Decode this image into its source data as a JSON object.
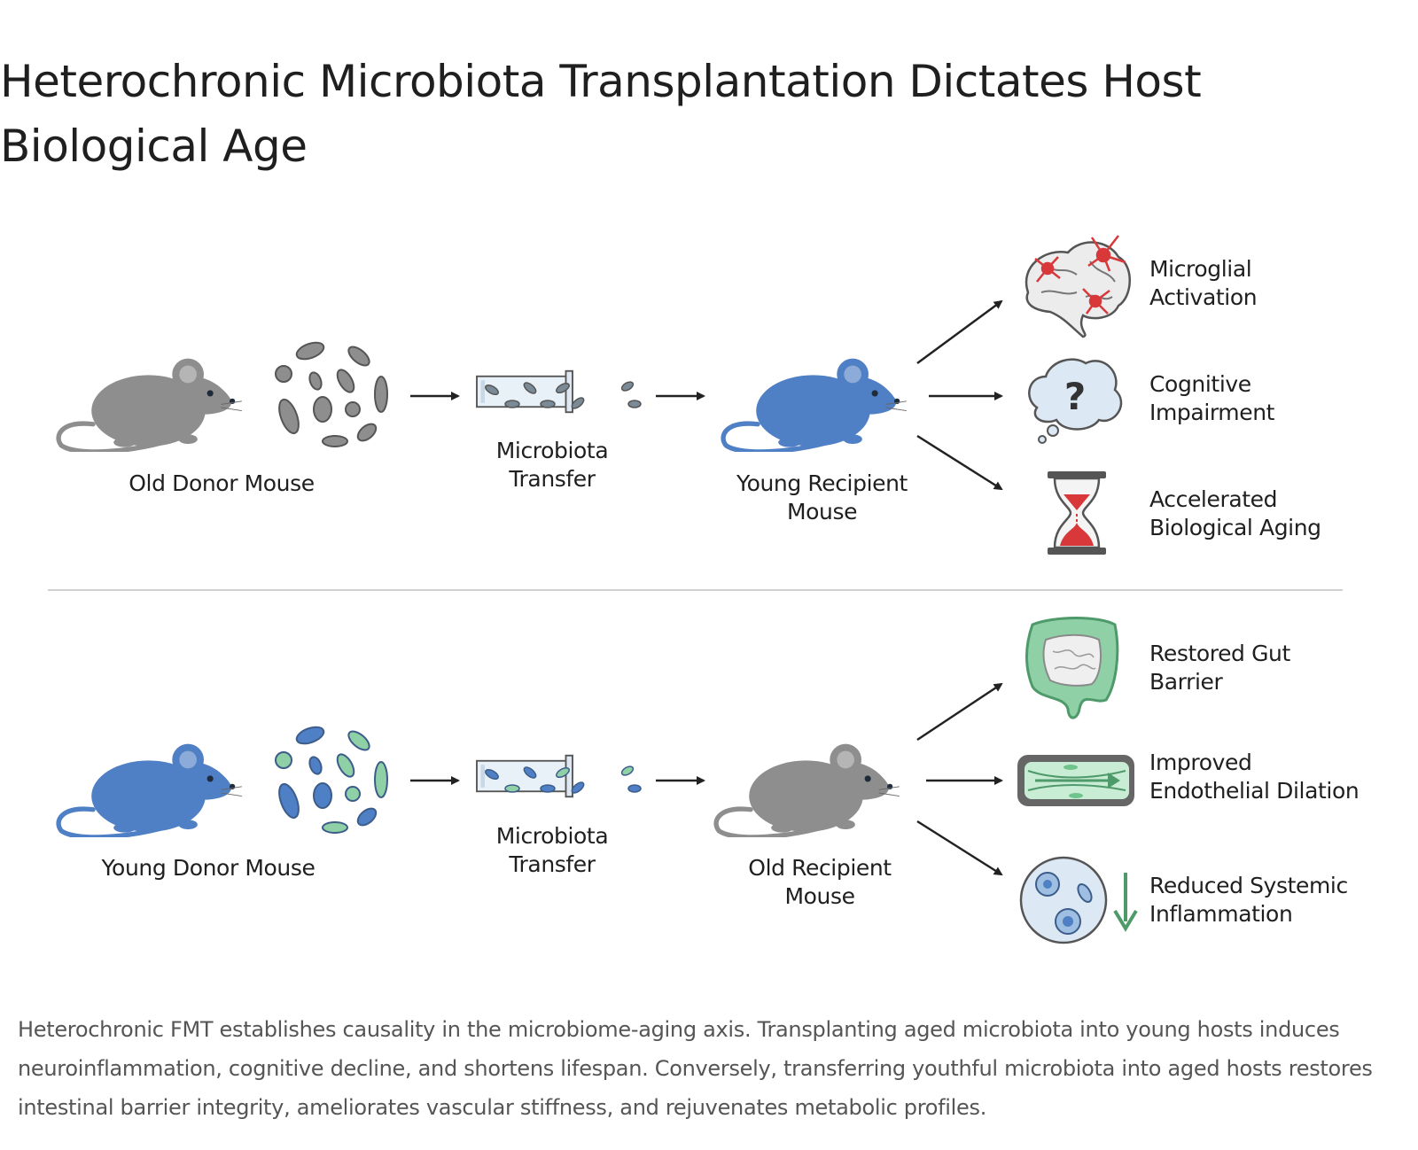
{
  "title": "Heterochronic Microbiota Transplantation Dictates Host Biological Age",
  "colors": {
    "old_mouse": "#8e8e8e",
    "young_mouse": "#4f7fc4",
    "microglia": "#d8383a",
    "gut_green": "#6fc48b",
    "divider": "#d0d0d0"
  },
  "top_row": {
    "donor": "Old Donor Mouse",
    "transfer": "Microbiota Transfer",
    "recipient": "Young Recipient Mouse",
    "outcomes": [
      {
        "label": "Microglial Activation",
        "icon": "brain-microglia-icon"
      },
      {
        "label": "Cognitive Impairment",
        "icon": "question-thought-icon"
      },
      {
        "label": "Accelerated Biological Aging",
        "icon": "hourglass-icon"
      }
    ]
  },
  "bottom_row": {
    "donor": "Young Donor Mouse",
    "transfer": "Microbiota Transfer",
    "recipient": "Old Recipient Mouse",
    "outcomes": [
      {
        "label": "Restored Gut Barrier",
        "icon": "intestine-icon"
      },
      {
        "label": "Improved Endothelial Dilation",
        "icon": "blood-vessel-icon"
      },
      {
        "label": "Reduced Systemic Inflammation",
        "icon": "cell-down-arrow-icon"
      }
    ]
  },
  "caption": "Heterochronic FMT establishes causality in the microbiome-aging axis. Transplanting aged microbiota into young hosts induces neuroinflammation, cognitive decline, and shortens lifespan. Conversely, transferring youthful microbiota into aged hosts restores intestinal barrier integrity, ameliorates vascular stiffness, and rejuvenates metabolic profiles."
}
